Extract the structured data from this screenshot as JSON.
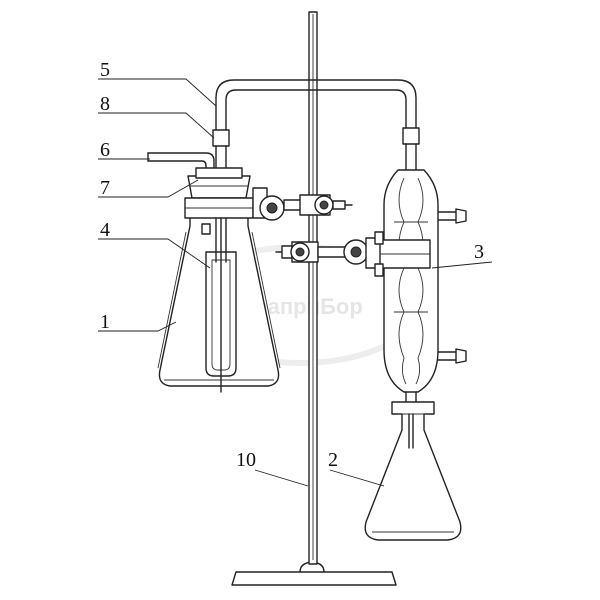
{
  "labels": {
    "l1": "1",
    "l2": "2",
    "l3": "3",
    "l4": "4",
    "l5": "5",
    "l6": "6",
    "l7": "7",
    "l8": "8",
    "l10": "10"
  },
  "watermark": "АльфаприБор"
}
